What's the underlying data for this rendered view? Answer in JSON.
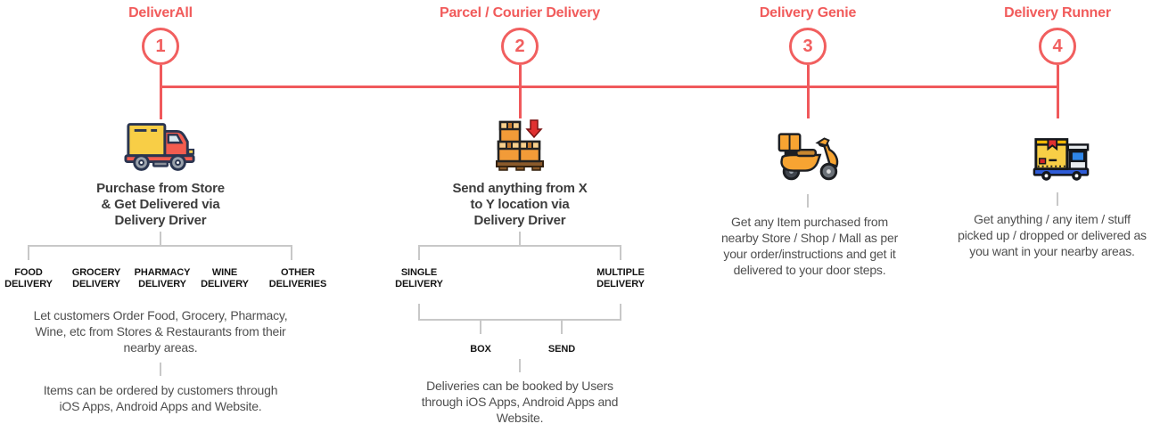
{
  "colors": {
    "accent_red": "#F15B5B",
    "connector_grey": "#C8C8C8",
    "heading_text": "#3D3D3D",
    "label_text": "#141414",
    "paragraph_text": "#4F4F4F"
  },
  "sections": [
    {
      "title": "DeliverAll",
      "step_number": "1",
      "icon": "delivery-truck-icon",
      "heading": "Purchase from Store\n& Get Delivered via\nDelivery Driver",
      "branch_labels": [
        "FOOD\nDELIVERY",
        "GROCERY\nDELIVERY",
        "PHARMACY\nDELIVERY",
        "WINE\nDELIVERY",
        "OTHER\nDELIVERIES"
      ],
      "description_1": "Let customers Order Food, Grocery, Pharmacy,\nWine, etc from Stores & Restaurants from their\nnearby areas.",
      "description_2": "Items can be ordered by customers through\niOS Apps, Android Apps and Website."
    },
    {
      "title": "Parcel / Courier Delivery",
      "step_number": "2",
      "icon": "parcel-boxes-icon",
      "heading": "Send anything from X\nto Y location via\nDelivery Driver",
      "branch_labels": [
        "SINGLE\nDELIVERY",
        "MULTIPLE\nDELIVERY"
      ],
      "sub_branch_labels": [
        "BOX",
        "SEND"
      ],
      "description_1": "Deliveries can be booked by Users\nthrough iOS Apps, Android Apps and\nWebsite."
    },
    {
      "title": "Delivery Genie",
      "step_number": "3",
      "icon": "delivery-scooter-icon",
      "description_1": "Get any Item purchased from\nnearby Store / Shop / Mall as per\nyour order/instructions and get it\ndelivered to your door steps."
    },
    {
      "title": "Delivery Runner",
      "step_number": "4",
      "icon": "box-truck-icon",
      "description_1": "Get anything / any item / stuff\npicked up / dropped or delivered as\nyou want in your nearby areas."
    }
  ]
}
